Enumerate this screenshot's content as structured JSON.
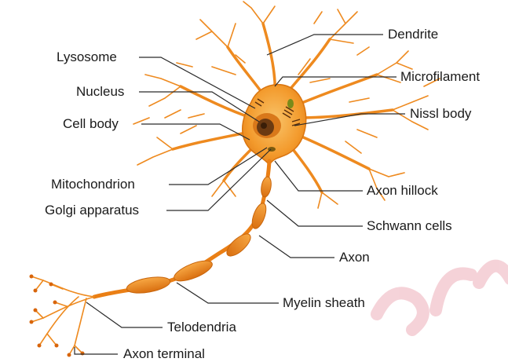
{
  "labels": {
    "dendrite": "Dendrite",
    "lysosome": "Lysosome",
    "microfilament": "Microfilament",
    "nucleus": "Nucleus",
    "nissl_body": "Nissl body",
    "cell_body": "Cell body",
    "mitochondrion": "Mitochondrion",
    "axon_hillock": "Axon hillock",
    "golgi_apparatus": "Golgi apparatus",
    "schwann_cells": "Schwann cells",
    "axon": "Axon",
    "myelin_sheath": "Myelin sheath",
    "telodendria": "Telodendria",
    "axon_terminal": "Axon terminal"
  },
  "colors": {
    "neuron_orange": "#f0861c",
    "neuron_dark": "#c8650c",
    "soma_light": "#f6a83d",
    "nucleus": "#6b3a12",
    "leader_line": "#2a2a2a",
    "watermark": "#f3c8cf"
  }
}
